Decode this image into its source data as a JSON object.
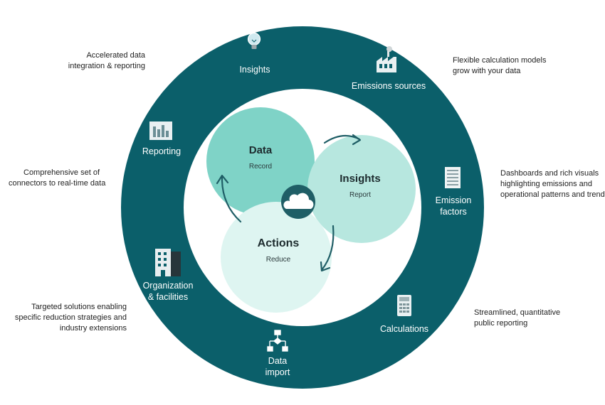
{
  "colors": {
    "ring": "#0b5f6a",
    "ring_inner_stroke": "#ffffff",
    "data_circle": "#7fd3c7",
    "insights_circle": "#b7e7df",
    "actions_circle": "#def5f1",
    "arrow": "#1f5e66",
    "cloud_badge": "#1f5e66"
  },
  "icons": {
    "insights": "lightbulb-icon",
    "emissions_sources": "factory-icon",
    "reporting": "bar-chart-icon",
    "emission_factors": "document-table-icon",
    "organization": "building-icon",
    "calculations": "calculator-icon",
    "data_import": "flowchart-icon",
    "cycle_center": "cloud-icon"
  },
  "ring_items": {
    "insights": [
      "Insights"
    ],
    "emissions_sources": [
      "Emissions sources"
    ],
    "reporting": [
      "Reporting"
    ],
    "emission_factors": [
      "Emission",
      "factors"
    ],
    "organization": [
      "Organization",
      "& facilities"
    ],
    "calculations": [
      "Calculations"
    ],
    "data_import": [
      "Data",
      "import"
    ]
  },
  "side_notes": {
    "top_left": [
      "Accelerated data",
      "integration & reporting"
    ],
    "top_right": [
      "Flexible calculation models",
      "grow with your data"
    ],
    "mid_left": [
      "Comprehensive set of",
      "connectors to real-time data"
    ],
    "mid_right": [
      "Dashboards and rich visuals",
      "highlighting emissions and",
      "operational patterns and trends"
    ],
    "bottom_left": [
      "Targeted solutions enabling",
      "specific reduction strategies and",
      "industry extensions"
    ],
    "bottom_right": [
      "Streamlined, quantitative",
      "public reporting"
    ]
  },
  "cycle": {
    "data": {
      "title": "Data",
      "subtitle": "Record"
    },
    "insights": {
      "title": "Insights",
      "subtitle": "Report"
    },
    "actions": {
      "title": "Actions",
      "subtitle": "Reduce"
    }
  }
}
